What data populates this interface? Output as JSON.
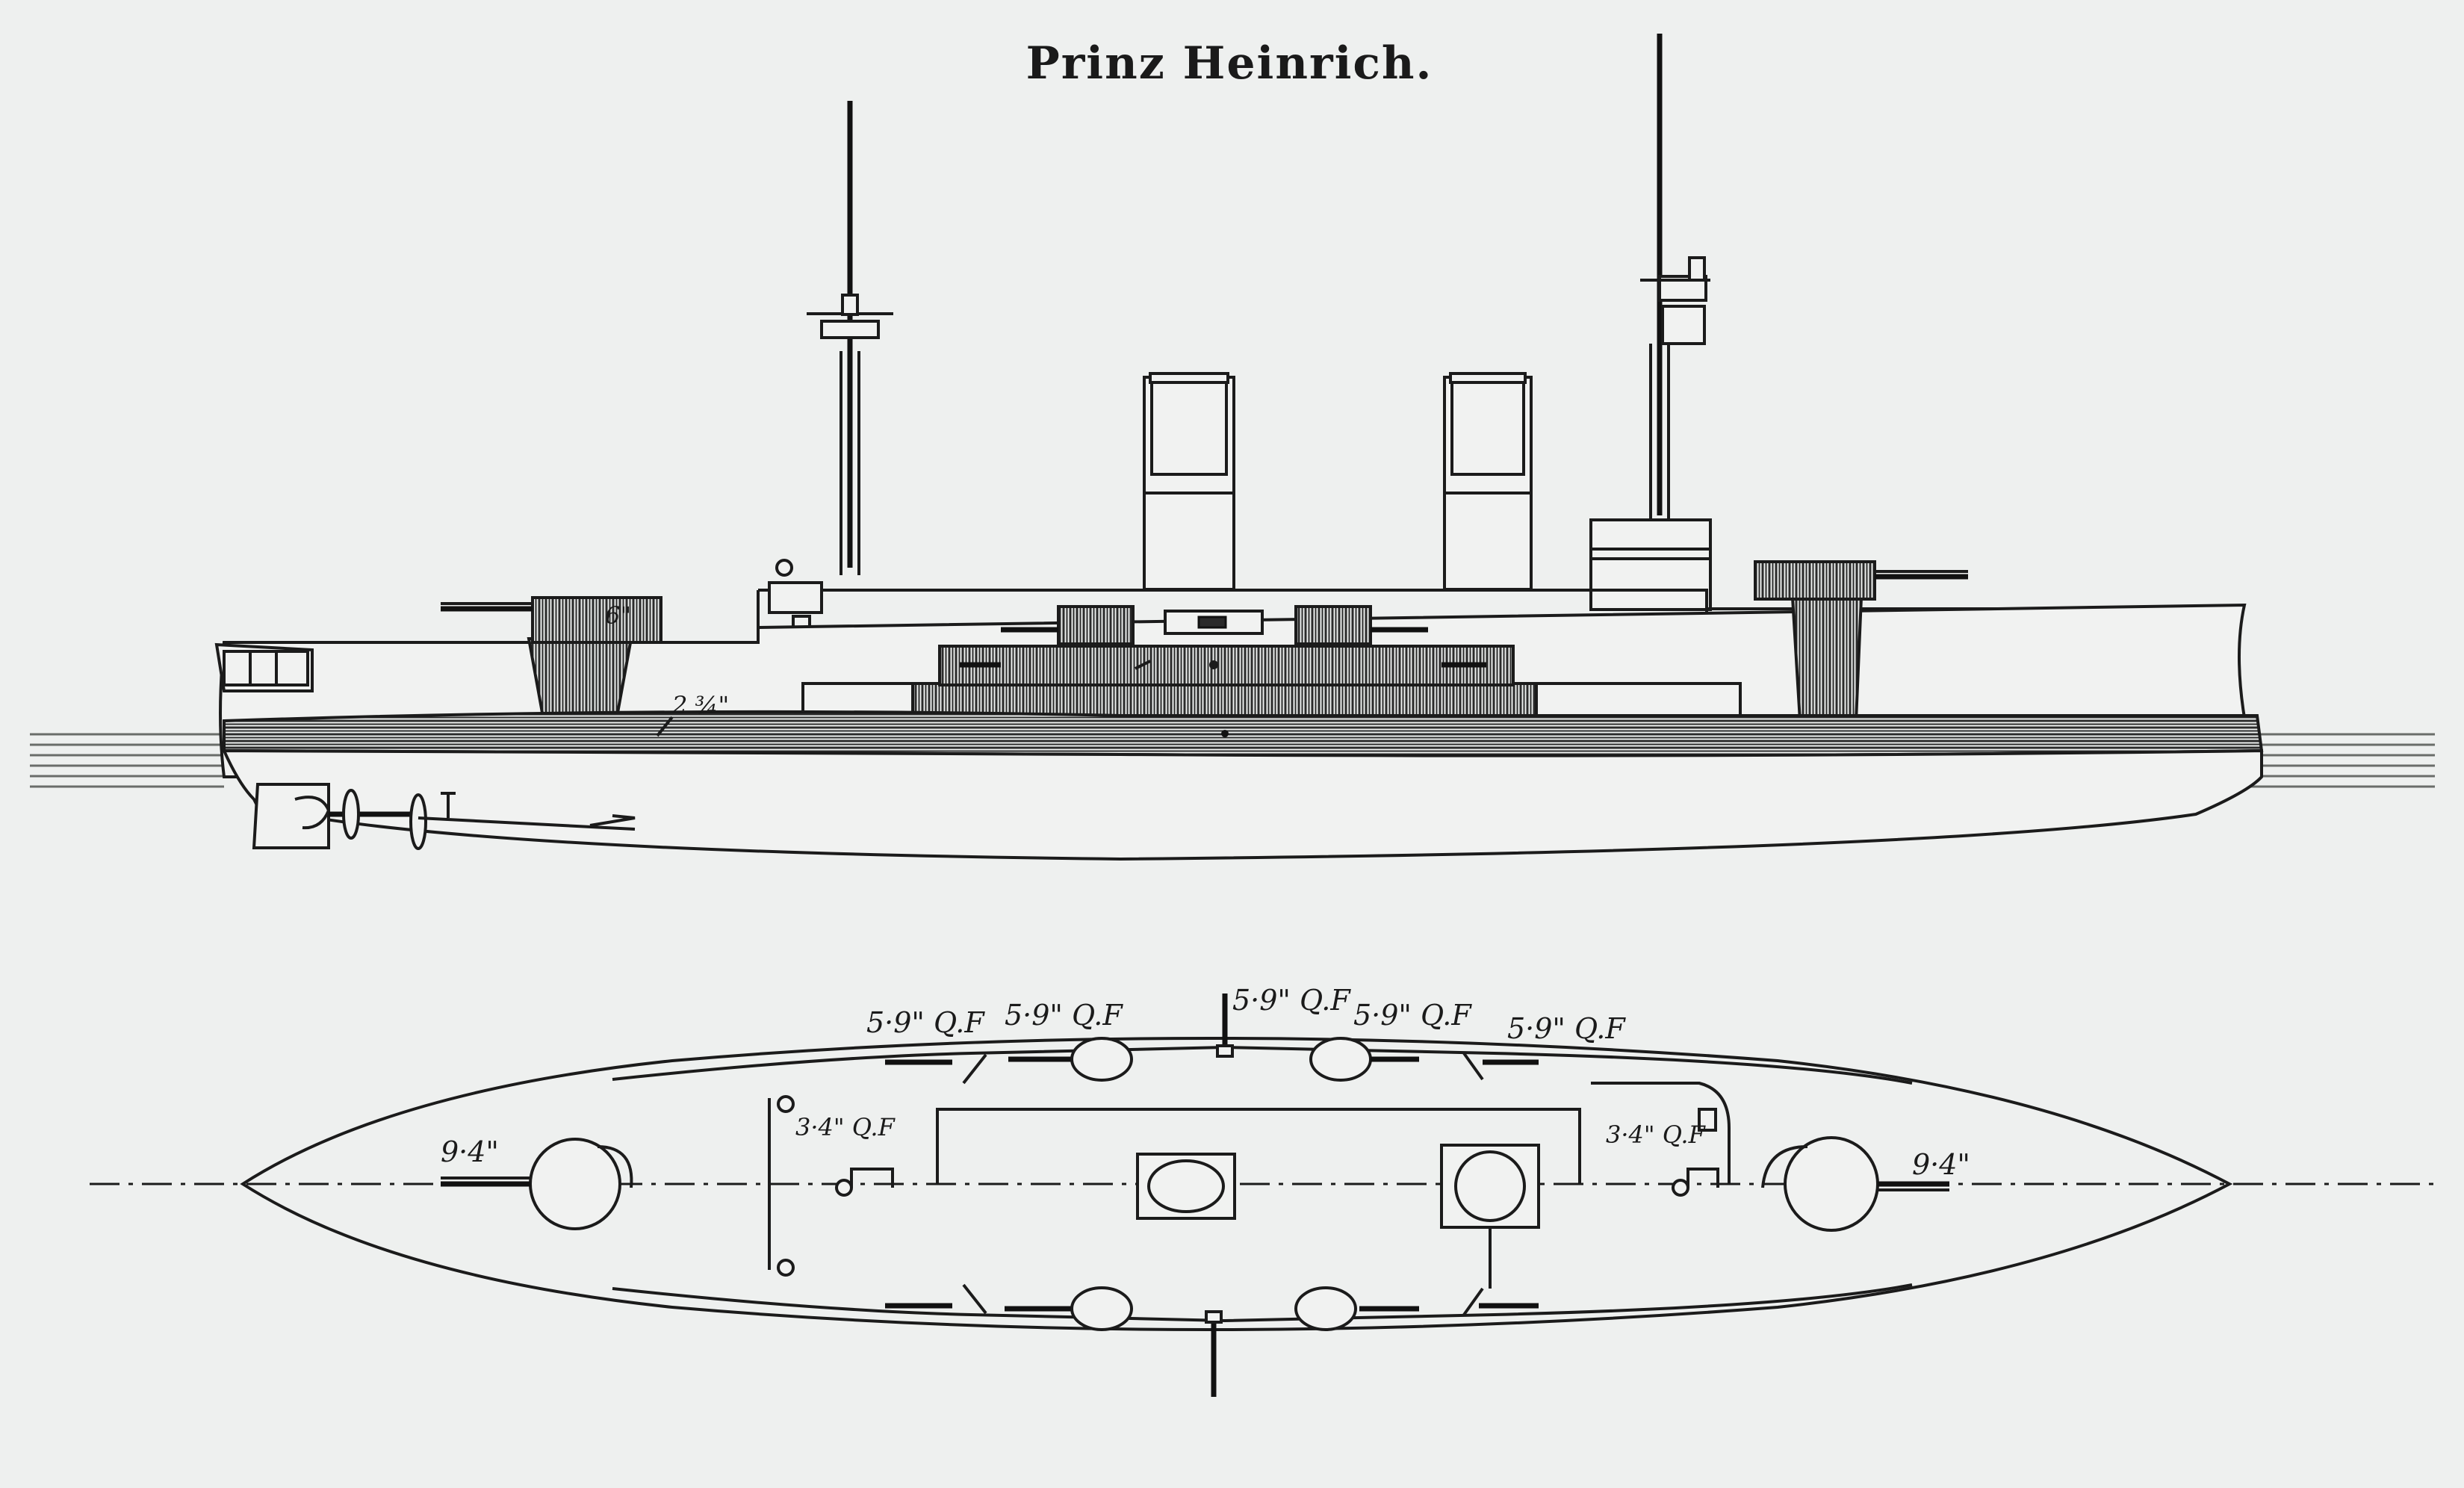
{
  "plate": {
    "title": "Prinz Heinrich."
  },
  "elevation": {
    "labels": {
      "fore_turret": "6\"",
      "belt": "2 ¾\""
    }
  },
  "plan": {
    "labels": {
      "qf_1": "5·9\" Q.F",
      "qf_2": "5·9\" Q.F",
      "qf_3": "5·9\" Q.F",
      "qf_4": "5·9\" Q.F",
      "qf_5": "5·9\" Q.F",
      "qf34_fwd": "3·4\" Q.F",
      "qf34_aft": "3·4\" Q.F",
      "main_fwd": "9·4\"",
      "main_aft": "9·4\""
    }
  },
  "colors": {
    "paper": "#eef0ef",
    "ink": "#1b1b1b"
  }
}
